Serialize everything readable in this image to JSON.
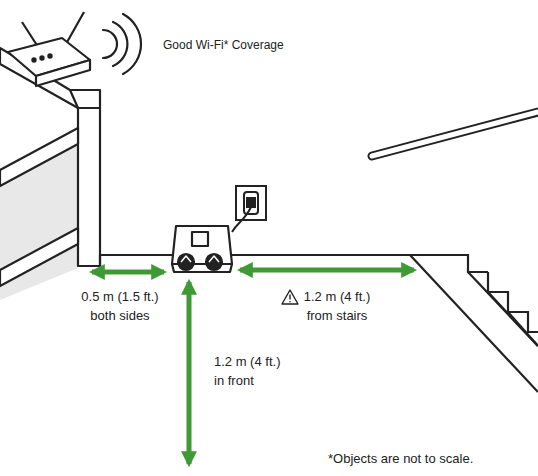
{
  "diagram": {
    "labels": [
      "Good Wi-Fi* Coverage",
      "0.5 m (1.5 ft.) both sides",
      "1.2 m (4 ft.) from stairs",
      "1.2 m (4 ft.) in front",
      "*Objects are not to scale."
    ]
  }
}
